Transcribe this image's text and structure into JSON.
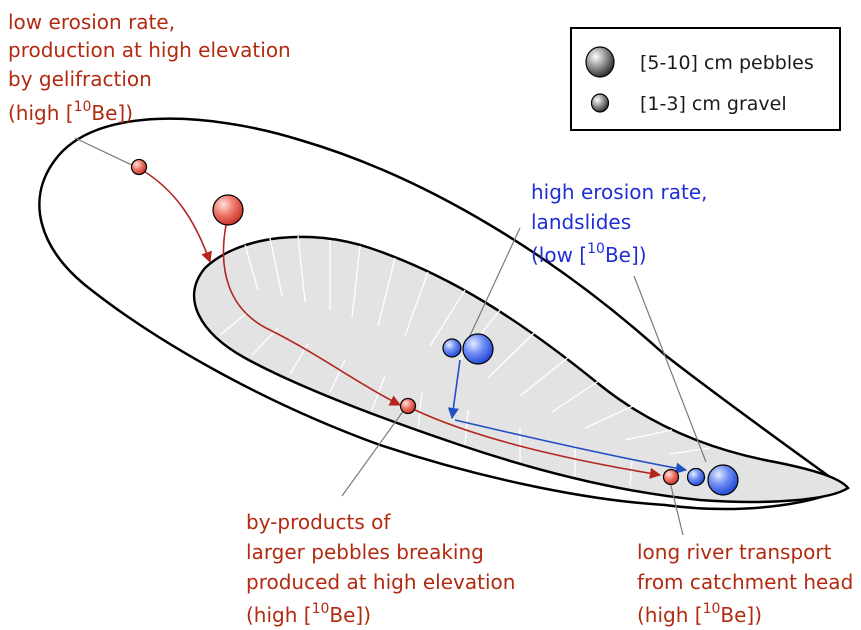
{
  "colors": {
    "red_text": "#b22a10",
    "blue_text": "#1f2fd6",
    "red_arrow": "#b3261e",
    "blue_arrow": "#2250c4",
    "outline": "#000000",
    "inner_fill": "#e3e3e3",
    "leader": "#7a7a7a"
  },
  "legend": {
    "large_label": "[5-10] cm pebbles",
    "small_label": "[1-3] cm gravel"
  },
  "labels": {
    "low_erosion": {
      "line1": "low erosion rate,",
      "line2": "production at high elevation",
      "line3": "by gelifraction",
      "line4_pre": "(high [",
      "line4_sup": "10",
      "line4_post": "Be])"
    },
    "high_erosion": {
      "line1": "high erosion rate,",
      "line2": "landslides",
      "line3_pre": "(low [",
      "line3_sup": "10",
      "line3_post": "Be])"
    },
    "byproducts": {
      "line1": "by-products of",
      "line2": "larger pebbles breaking",
      "line3": "produced at high elevation",
      "line4_pre": "(high [",
      "line4_sup": "10",
      "line4_post": "Be])"
    },
    "long_transport": {
      "line1": "long river transport",
      "line2": "from catchment head",
      "line3_pre": "(high [",
      "line3_sup": "10",
      "line3_post": "Be])"
    }
  }
}
